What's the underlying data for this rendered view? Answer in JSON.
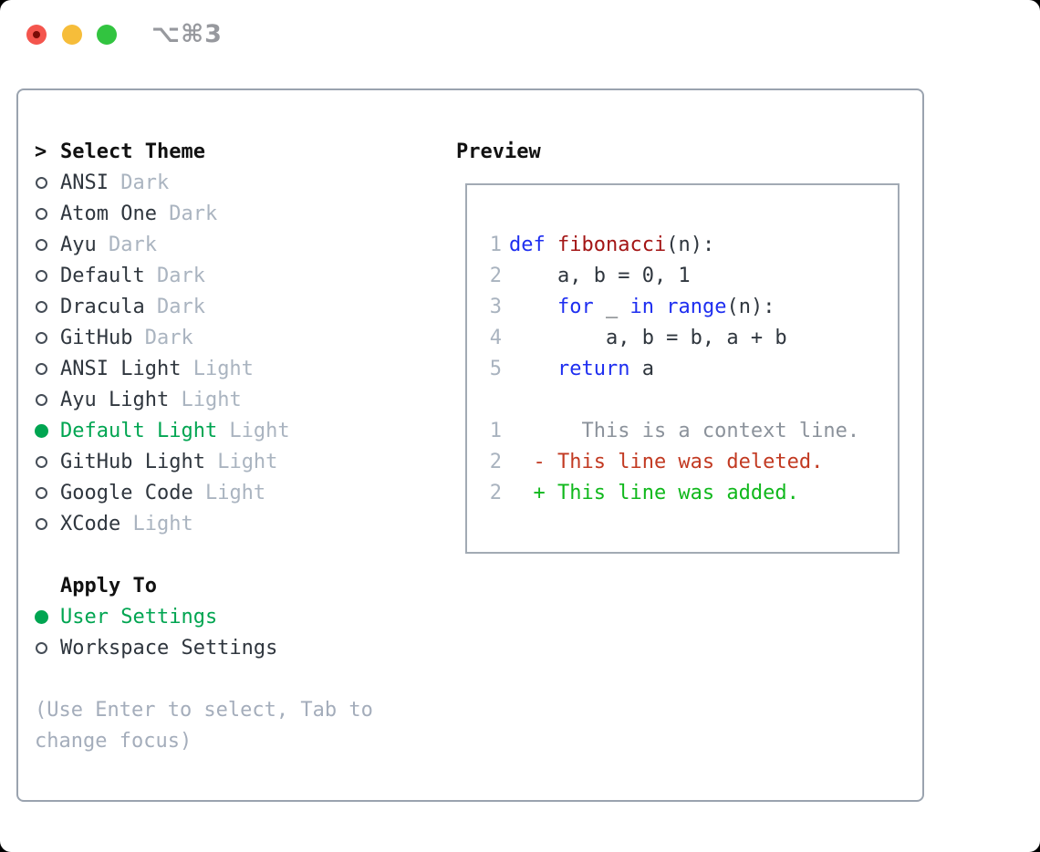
{
  "window": {
    "title": "⌥⌘3",
    "traffic_lights": [
      "close",
      "minimize",
      "zoom"
    ]
  },
  "theme_picker": {
    "prompt": ">",
    "header": "Select Theme",
    "items": [
      {
        "name": "ANSI",
        "variant": "Dark",
        "selected": false
      },
      {
        "name": "Atom One",
        "variant": "Dark",
        "selected": false
      },
      {
        "name": "Ayu",
        "variant": "Dark",
        "selected": false
      },
      {
        "name": "Default",
        "variant": "Dark",
        "selected": false
      },
      {
        "name": "Dracula",
        "variant": "Dark",
        "selected": false
      },
      {
        "name": "GitHub",
        "variant": "Dark",
        "selected": false
      },
      {
        "name": "ANSI Light",
        "variant": "Light",
        "selected": false
      },
      {
        "name": "Ayu Light",
        "variant": "Light",
        "selected": false
      },
      {
        "name": "Default Light",
        "variant": "Light",
        "selected": true
      },
      {
        "name": "GitHub Light",
        "variant": "Light",
        "selected": false
      },
      {
        "name": "Google Code",
        "variant": "Light",
        "selected": false
      },
      {
        "name": "XCode",
        "variant": "Light",
        "selected": false
      }
    ],
    "apply_to": {
      "header": "Apply To",
      "options": [
        {
          "label": "User Settings",
          "selected": true
        },
        {
          "label": "Workspace Settings",
          "selected": false
        }
      ]
    },
    "hint_lines": [
      "(Use Enter to select, Tab to",
      "change focus)"
    ]
  },
  "preview": {
    "header": "Preview",
    "code_lines": [
      {
        "number": "1",
        "tokens": [
          {
            "t": "def",
            "c": "kw"
          },
          {
            "t": " "
          },
          {
            "t": "fibonacci",
            "c": "fn"
          },
          {
            "t": "(n):"
          }
        ]
      },
      {
        "number": "2",
        "tokens": [
          {
            "t": "    a, b = 0, 1"
          }
        ]
      },
      {
        "number": "3",
        "tokens": [
          {
            "t": "    "
          },
          {
            "t": "for",
            "c": "kw"
          },
          {
            "t": " _ "
          },
          {
            "t": "in",
            "c": "kw"
          },
          {
            "t": " "
          },
          {
            "t": "range",
            "c": "kw"
          },
          {
            "t": "(n):"
          }
        ]
      },
      {
        "number": "4",
        "tokens": [
          {
            "t": "        a, b = b, a + b"
          }
        ]
      },
      {
        "number": "5",
        "tokens": [
          {
            "t": "    "
          },
          {
            "t": "return",
            "c": "kw"
          },
          {
            "t": " a"
          }
        ]
      },
      {
        "number": "",
        "tokens": []
      },
      {
        "number": "1",
        "tokens": [
          {
            "t": "      This is a context line.",
            "c": "ctx"
          }
        ]
      },
      {
        "number": "2",
        "tokens": [
          {
            "t": "  - This line was deleted.",
            "c": "del"
          }
        ]
      },
      {
        "number": "2",
        "tokens": [
          {
            "t": "  + This line was added.",
            "c": "add"
          }
        ]
      }
    ]
  },
  "colors": {
    "accent_green": "#00A551",
    "added_green": "#10B81C",
    "deleted_red": "#C23A22",
    "keyword_blue": "#1E2EF0",
    "function_red": "#A31515",
    "text_dark": "#2F363E",
    "text_muted": "#AAB4C0",
    "lineno_gray": "#A9B3BF",
    "context_gray": "#8B929B",
    "hint_gray": "#A4ADBB",
    "panel_border": "#9AA3AF",
    "preview_border": "#A2AAB4",
    "title_gray": "#97999E",
    "radio_ring": "#454D57",
    "traffic_red": "#F4554D",
    "traffic_red_dot": "#7A0C06",
    "traffic_yellow": "#F6BD3A",
    "traffic_green": "#32C440"
  }
}
